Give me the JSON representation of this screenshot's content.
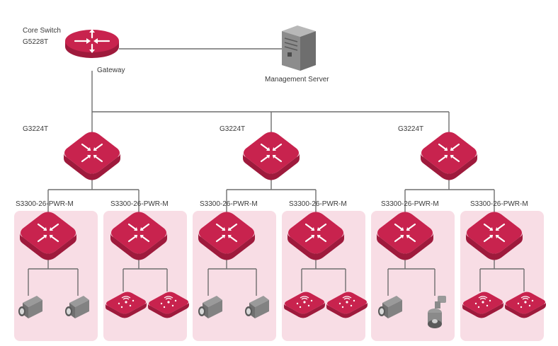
{
  "core": {
    "name_line1": "Core Switch",
    "name_line2": "G5228T",
    "sub_label": "Gateway"
  },
  "server": {
    "label": "Management Server"
  },
  "aggregation": [
    {
      "label": "G3224T"
    },
    {
      "label": "G3224T"
    },
    {
      "label": "G3224T"
    }
  ],
  "access": [
    {
      "label": "S3300-26-PWR-M",
      "devices": [
        "camera",
        "camera"
      ]
    },
    {
      "label": "S3300-26-PWR-M",
      "devices": [
        "wireless-ap",
        "wireless-ap"
      ]
    },
    {
      "label": "S3300-26-PWR-M",
      "devices": [
        "camera",
        "camera"
      ]
    },
    {
      "label": "S3300-26-PWR-M",
      "devices": [
        "wireless-ap",
        "wireless-ap"
      ]
    },
    {
      "label": "S3300-26-PWR-M",
      "devices": [
        "camera",
        "dome-camera"
      ]
    },
    {
      "label": "S3300-26-PWR-M",
      "devices": [
        "wireless-ap",
        "wireless-ap"
      ]
    }
  ],
  "colors": {
    "switch": "#c8234e",
    "switch_side": "#9e1a3c",
    "panel": "#f8dde5",
    "line": "#6e6e6e",
    "text": "#3a3a3a"
  }
}
